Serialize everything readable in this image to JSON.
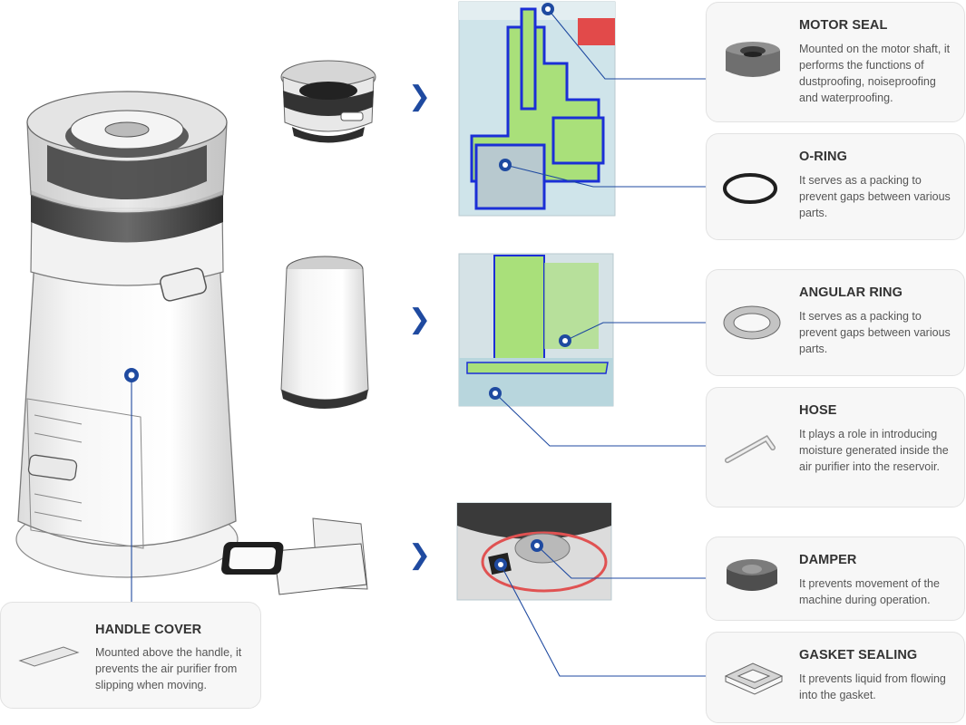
{
  "colors": {
    "accent": "#1f4aa0",
    "card_bg": "#f7f7f7",
    "card_border": "#e2e2e2",
    "section_green": "#a9e07a",
    "section_blue": "#1b2fd6",
    "section_bg": "#cfe4ea"
  },
  "parts": [
    {
      "id": "motor_seal",
      "title": "MOTOR SEAL",
      "desc": "Mounted on the motor shaft, it performs the functions of dustproofing, noiseproofing and waterproofing.",
      "icon": "motor-seal-icon"
    },
    {
      "id": "o_ring",
      "title": "O-RING",
      "desc": "It serves as a packing to prevent gaps between various parts.",
      "icon": "o-ring-icon"
    },
    {
      "id": "angular_ring",
      "title": "ANGULAR RING",
      "desc": "It serves as a packing to prevent gaps between various parts.",
      "icon": "angular-ring-icon"
    },
    {
      "id": "hose",
      "title": "HOSE",
      "desc": "It plays a role in introducing moisture generated inside the air purifier into the reservoir.",
      "icon": "hose-icon"
    },
    {
      "id": "damper",
      "title": "DAMPER",
      "desc": "It prevents movement of the machine during operation.",
      "icon": "damper-icon"
    },
    {
      "id": "gasket_sealing",
      "title": "GASKET SEALING",
      "desc": "It prevents liquid from flowing into the gasket.",
      "icon": "gasket-sealing-icon"
    }
  ],
  "handle_cover": {
    "title": "HANDLE COVER",
    "desc": "Mounted above the handle, it prevents the air purifier from slipping when moving.",
    "icon": "handle-cover-icon"
  },
  "arrow_glyph": "❯"
}
